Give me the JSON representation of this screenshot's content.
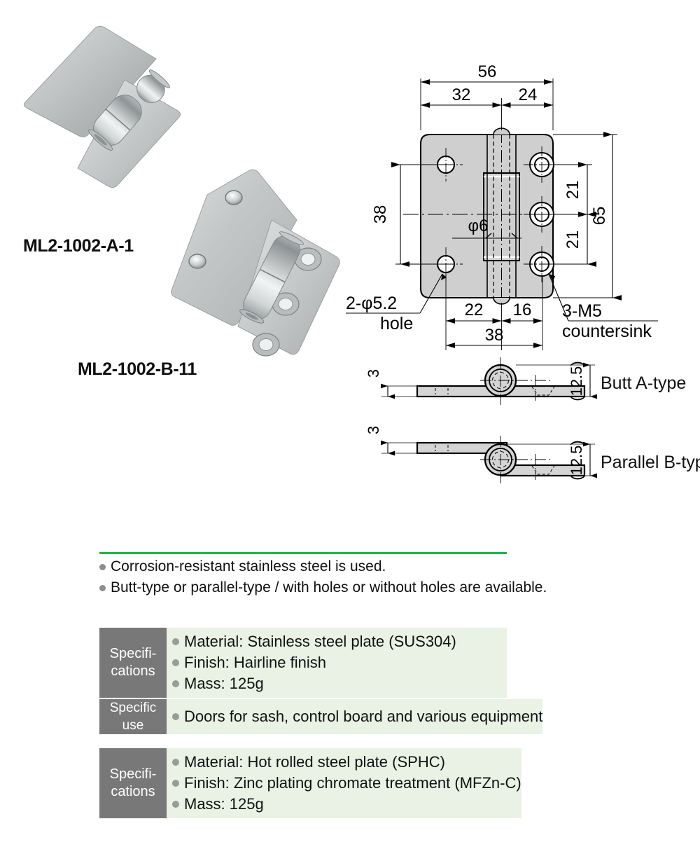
{
  "products": [
    {
      "label": "ML2-1002-A-1"
    },
    {
      "label": "ML2-1002-B-11"
    }
  ],
  "drawing": {
    "front_view": {
      "dims": {
        "overall_width": "56",
        "left_leaf_width": "32",
        "right_leaf_width": "24",
        "left_hole_span": "38",
        "overall_height": "65",
        "hole_pitch_top": "21",
        "hole_pitch_bottom": "21",
        "pin_diameter": "φ6",
        "bottom_left": "22",
        "bottom_right": "16",
        "bottom_total": "38"
      },
      "notes": {
        "hole_note_line1": "2-φ5.2",
        "hole_note_line2": "hole",
        "countersink_note_line1": "3-M5",
        "countersink_note_line2": "countersink"
      }
    },
    "side_views": [
      {
        "name": "Butt A-type",
        "thickness": "3",
        "height": "(12.5)"
      },
      {
        "name": "Parallel B-type",
        "thickness": "3",
        "height": "(12.5)"
      }
    ]
  },
  "features": {
    "bullets": [
      "Corrosion-resistant stainless steel is used.",
      "Butt-type or parallel-type / with holes or without holes are available."
    ]
  },
  "spec_tables": [
    {
      "header_line1": "Specifi-",
      "header_line2": "cations",
      "items": [
        "Material: Stainless steel plate (SUS304)",
        "Finish: Hairline finish",
        "Mass: 125g"
      ],
      "use_header": "Specific use",
      "use_items": [
        "Doors for sash, control board and various equipment"
      ]
    },
    {
      "header_line1": "Specifi-",
      "header_line2": "cations",
      "items": [
        "Material: Hot rolled steel plate (SPHC)",
        "Finish: Zinc plating chromate treatment (MFZn-C)",
        "Mass: 125g"
      ]
    }
  ],
  "colors": {
    "accent_green": "#22b24c",
    "spec_header_bg": "#787878",
    "spec_body_bg": "#e9f2e5",
    "drawing_fill": "#cfcfcf"
  }
}
